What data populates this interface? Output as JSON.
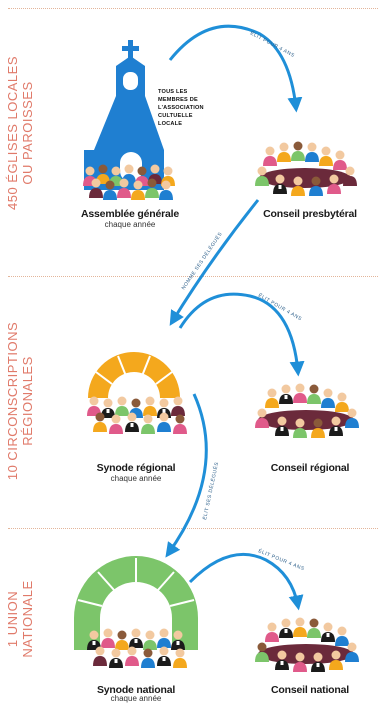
{
  "sections": [
    {
      "label_lines": [
        "450 ÉGLISES LOCALES",
        "OU PAROISSES"
      ],
      "assembly": {
        "title": "Assemblée générale",
        "subtitle": "chaque année"
      },
      "council": {
        "title": "Conseil presbytéral"
      },
      "elects_label": "ÉLIT POUR 4 ANS",
      "members_lines": [
        "TOUS LES",
        "MEMBRES DE",
        "L'ASSOCIATION",
        "CULTUELLE",
        "LOCALE"
      ],
      "delegates_label": "NOMME SES DÉLÉGUÉS"
    },
    {
      "label_lines": [
        "10 CIRCONSCRIPTIONS",
        "RÉGIONALES"
      ],
      "assembly": {
        "title": "Synode régional",
        "subtitle": "chaque année"
      },
      "council": {
        "title": "Conseil régional"
      },
      "elects_label": "ÉLIT POUR 4 ANS",
      "delegates_label": "ÉLIT SES DÉLÉGUÉS"
    },
    {
      "label_lines": [
        "1 UNION",
        "NATIONALE"
      ],
      "assembly": {
        "title": "Synode national",
        "subtitle": "chaque année"
      },
      "council": {
        "title": "Conseil national"
      },
      "elects_label": "ÉLIT POUR 4 ANS"
    }
  ],
  "colors": {
    "church": "#1f7fd1",
    "regional_fan": "#f4a81d",
    "national_fan": "#7cc56a",
    "arrow": "#1f8fd8",
    "label": "#e07a6a",
    "table_top": "#6b2a3b"
  }
}
